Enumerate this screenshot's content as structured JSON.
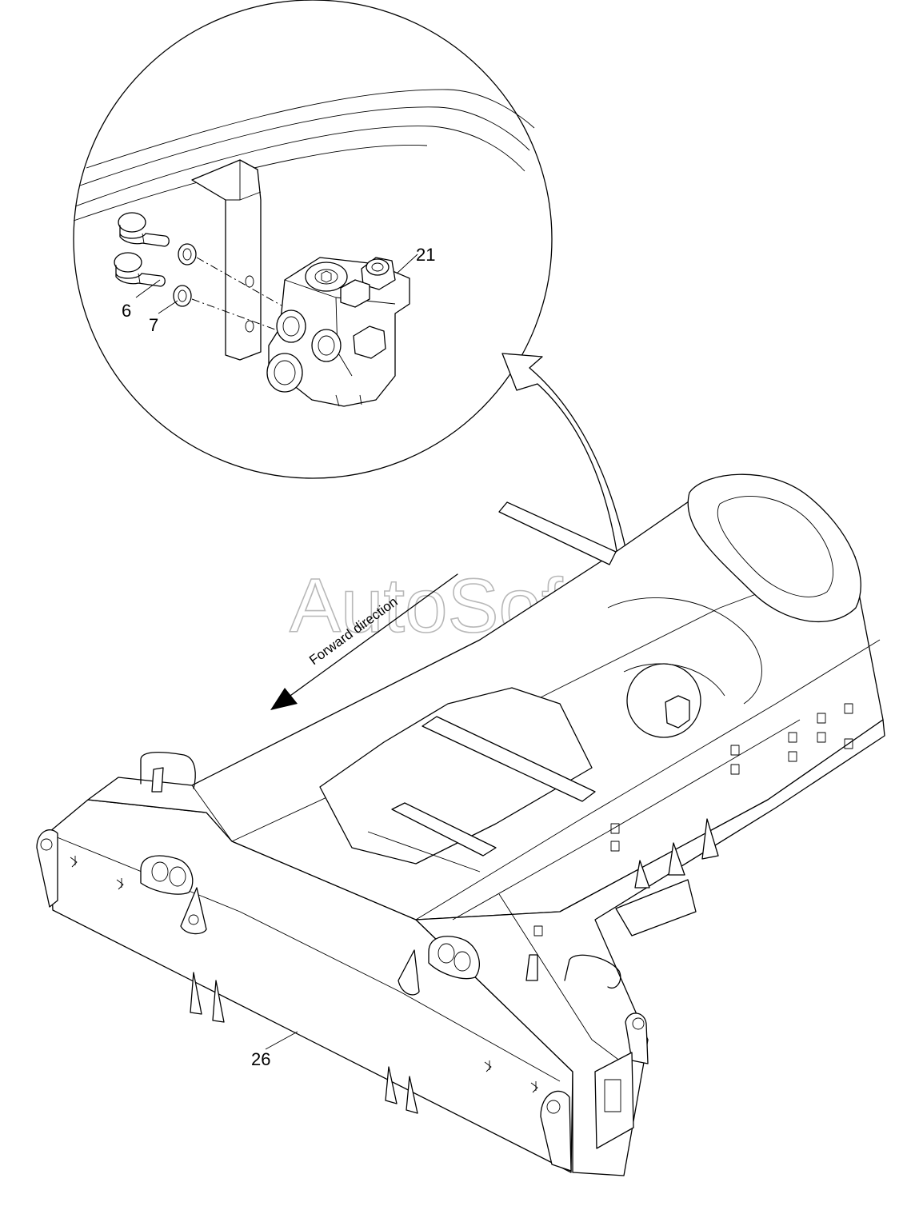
{
  "callouts": {
    "part_6": "6",
    "part_7": "7",
    "part_21": "21",
    "part_26": "26"
  },
  "annotation": {
    "forward_direction": "Forward direction"
  },
  "watermark": {
    "text": "AutoSoft"
  },
  "colors": {
    "line": "#000000",
    "background": "#ffffff",
    "watermark": "#b8b8b8"
  }
}
